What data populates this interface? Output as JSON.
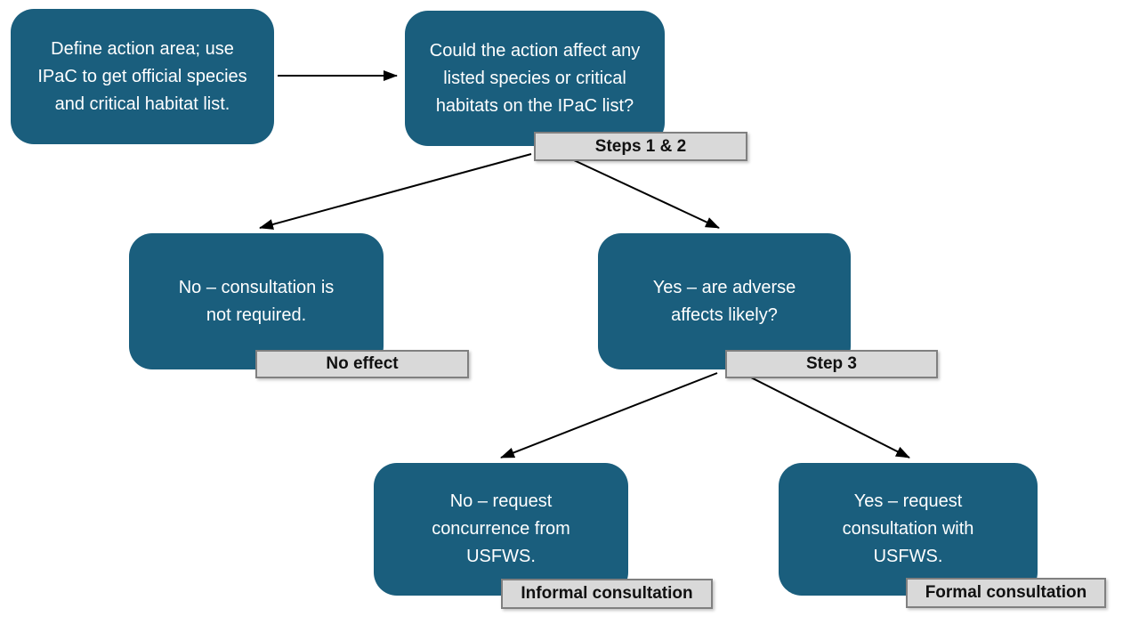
{
  "diagram": {
    "type": "flowchart",
    "background": "#ffffff",
    "node_fill": "#1a5e7d",
    "node_text_color": "#ffffff",
    "tag_fill": "#d9d9d9",
    "tag_border": "#808080",
    "nodes": {
      "start": {
        "text": "Define action area; use IPaC to get official species and critical habitat list."
      },
      "q1": {
        "text": "Could the action affect any listed species or critical habitats on the IPaC list?",
        "tag": "Steps 1 & 2"
      },
      "no_effect": {
        "text": "No – consultation is not required.",
        "tag": "No effect"
      },
      "adverse": {
        "text": "Yes – are adverse affects likely?",
        "tag": "Step 3"
      },
      "informal": {
        "text": "No – request concurrence from USFWS.",
        "tag": "Informal consultation"
      },
      "formal": {
        "text": "Yes – request consultation with USFWS.",
        "tag": "Formal consultation"
      }
    },
    "edges": [
      {
        "from": "start",
        "to": "q1"
      },
      {
        "from": "q1",
        "to": "no_effect"
      },
      {
        "from": "q1",
        "to": "adverse"
      },
      {
        "from": "adverse",
        "to": "informal"
      },
      {
        "from": "adverse",
        "to": "formal"
      }
    ]
  }
}
